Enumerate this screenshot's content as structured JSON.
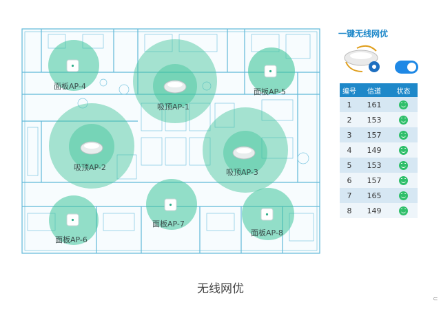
{
  "sidebar": {
    "title": "一键无线网优",
    "toggle_state": "on",
    "table": {
      "headers": [
        "编号",
        "信道",
        "状态"
      ],
      "rows": [
        {
          "id": "1",
          "channel": "161",
          "status": "smiley-ok"
        },
        {
          "id": "2",
          "channel": "153",
          "status": "smiley-ok"
        },
        {
          "id": "3",
          "channel": "157",
          "status": "smiley-ok"
        },
        {
          "id": "4",
          "channel": "149",
          "status": "smiley-ok"
        },
        {
          "id": "5",
          "channel": "153",
          "status": "smiley-ok"
        },
        {
          "id": "6",
          "channel": "157",
          "status": "smiley-ok"
        },
        {
          "id": "7",
          "channel": "165",
          "status": "smiley-ok"
        },
        {
          "id": "8",
          "channel": "149",
          "status": "smiley-ok"
        }
      ]
    }
  },
  "access_points": [
    {
      "label": "面板AP-4",
      "kind": "panel"
    },
    {
      "label": "吸顶AP-1",
      "kind": "ceiling"
    },
    {
      "label": "面板AP-5",
      "kind": "panel"
    },
    {
      "label": "吸顶AP-2",
      "kind": "ceiling"
    },
    {
      "label": "吸顶AP-3",
      "kind": "ceiling"
    },
    {
      "label": "面板AP-7",
      "kind": "panel"
    },
    {
      "label": "面板AP-6",
      "kind": "panel"
    },
    {
      "label": "面板AP-8",
      "kind": "panel"
    }
  ],
  "caption": "无线网优",
  "corner_mark": "⊂",
  "colors": {
    "plan_line": "#5fb8d8",
    "coverage": "#3fc49a",
    "accent": "#1e88c9",
    "status_ok": "#2fbf6a"
  }
}
